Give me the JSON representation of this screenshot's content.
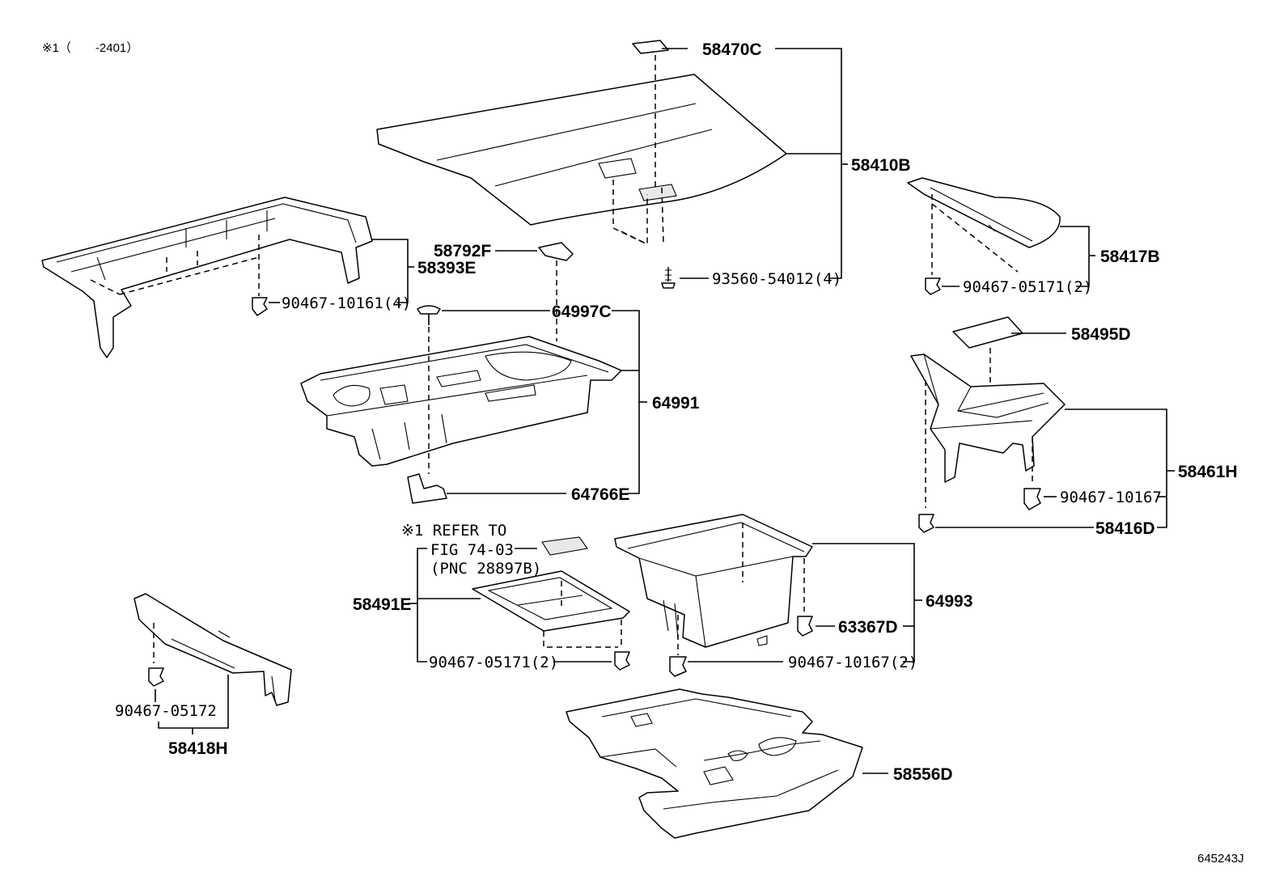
{
  "header_note": "※1（　　-2401）",
  "refer_note": {
    "line1": "※1 REFER TO",
    "line2": "FIG 74-03",
    "line3": "(PNC 28897B)"
  },
  "parts": {
    "p58470C": "58470C",
    "p58410B": "58410B",
    "p93560_54012": "93560-54012(4)",
    "p58792F": "58792F",
    "p58393E": "58393E",
    "p90467_10161": "90467-10161(4)",
    "p64997C": "64997C",
    "p64991": "64991",
    "p64766E": "64766E",
    "p58417B": "58417B",
    "p90467_05171_r": "90467-05171(2)",
    "p58495D": "58495D",
    "p58461H": "58461H",
    "p90467_10167_r": "90467-10167",
    "p58416D": "58416D",
    "p58491E": "58491E",
    "p90467_05171_c": "90467-05171(2)",
    "p64993": "64993",
    "p63367D": "63367D",
    "p90467_10167_c": "90467-10167(2)",
    "p90467_05172": "90467-05172",
    "p58418H": "58418H",
    "p58556D": "58556D"
  },
  "figure_code": "645243J"
}
